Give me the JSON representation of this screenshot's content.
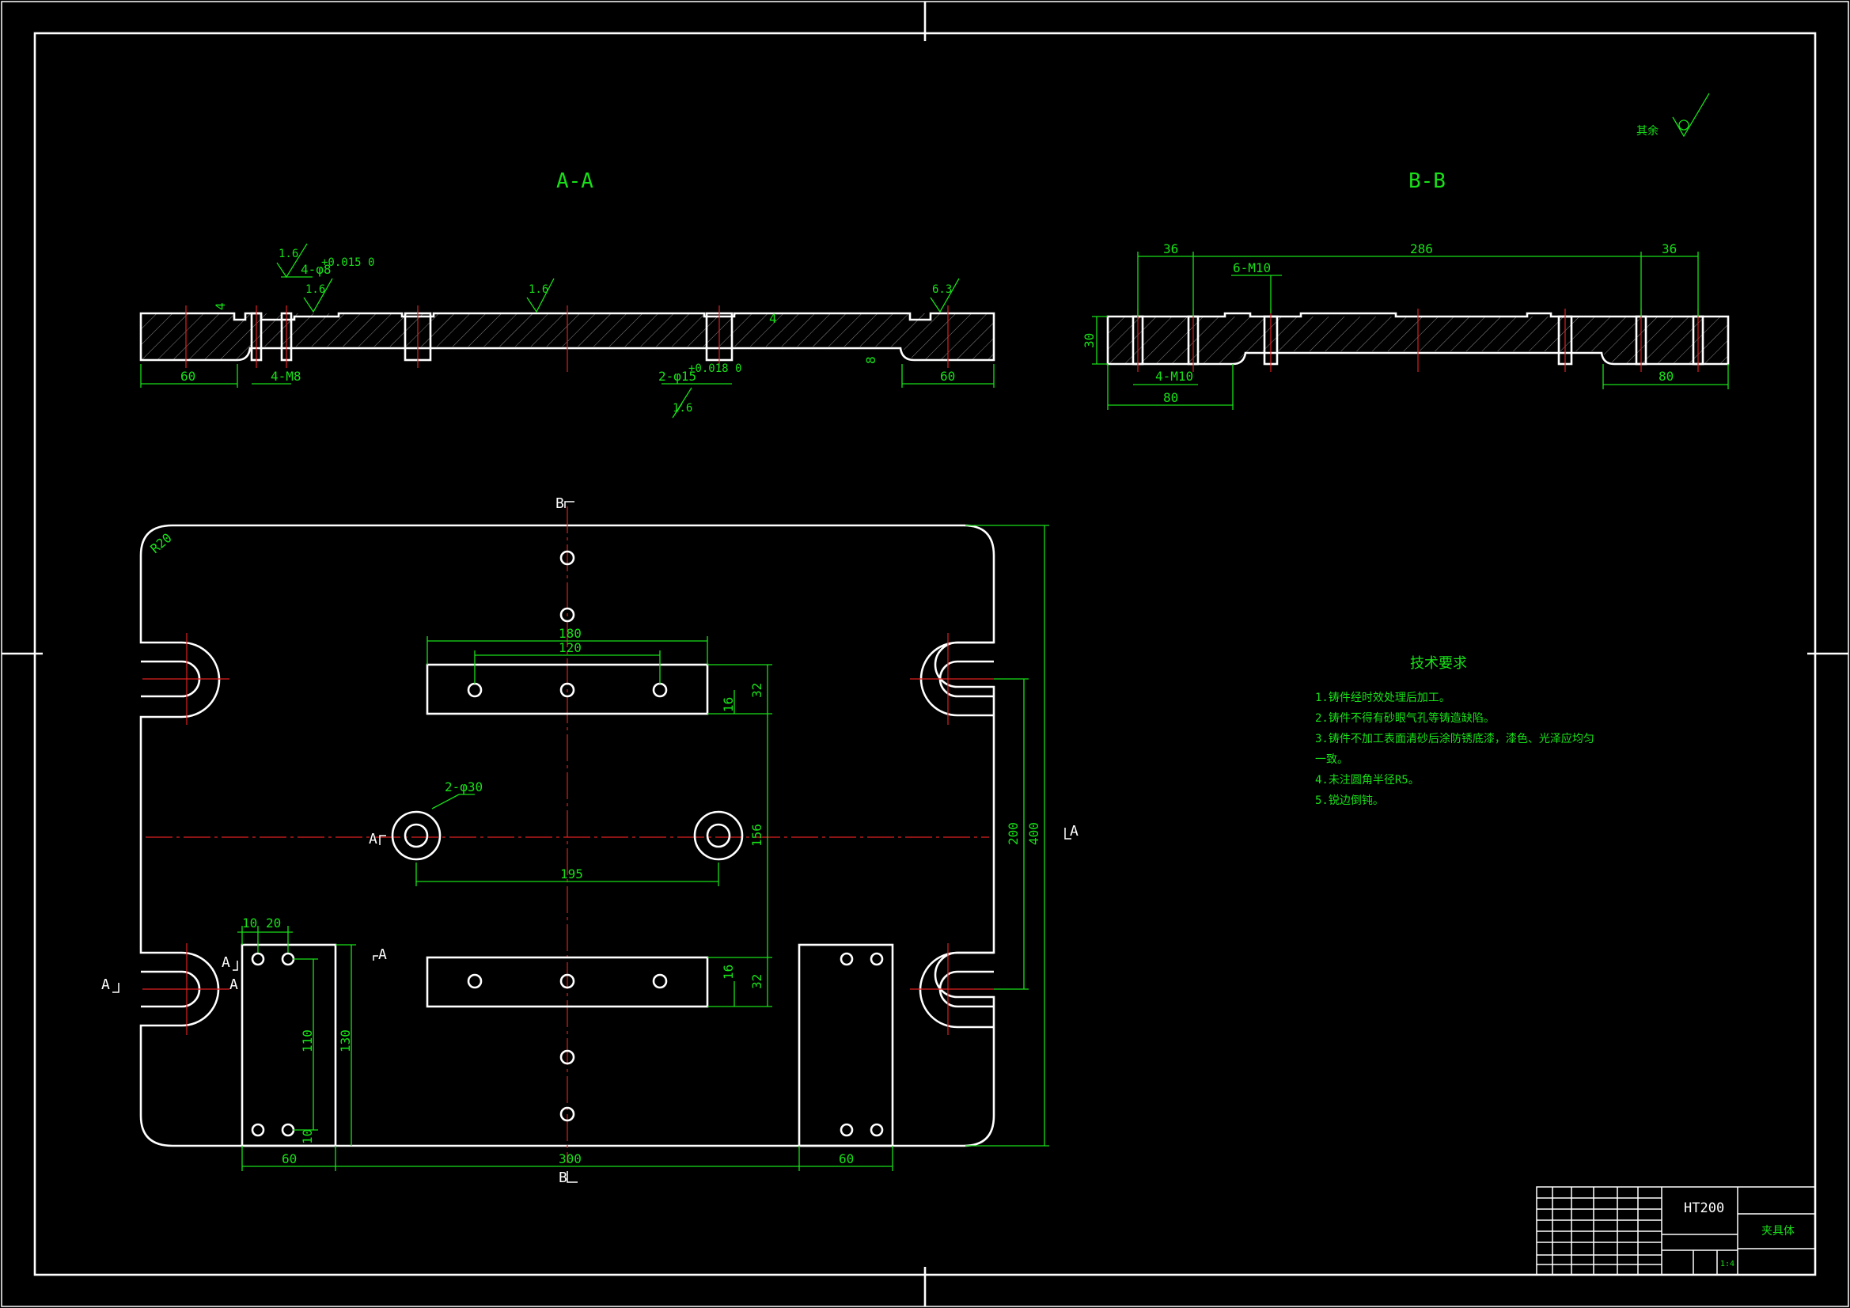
{
  "views": {
    "section_aa_title": "A-A",
    "section_bb_title": "B-B"
  },
  "roughness": {
    "general_label": "其余",
    "aa": [
      "1.6",
      "1.6",
      "1.6",
      "6.3",
      "1.6"
    ]
  },
  "dimensions": {
    "aa": {
      "left_60": "60",
      "right_60": "60",
      "thread_4m8": "4-M8",
      "pin_hole": "4-φ8",
      "pin_hole_tol": "+0.015\n0",
      "slot_depth_4": "4",
      "slot_depth_4b": "4",
      "relief_8": "8",
      "bore_2phi15": "2-φ15",
      "bore_tol": "+0.018\n0"
    },
    "bb": {
      "d36_left": "36",
      "d286": "286",
      "d36_right": "36",
      "thread_6m10": "6-M10",
      "thickness_30": "30",
      "thread_4m10": "4-M10",
      "left_80": "80",
      "right_80": "80"
    },
    "plan": {
      "r20": "R20",
      "d180": "180",
      "d120": "120",
      "d32_top": "32",
      "d16_top": "16",
      "phi30": "2-φ30",
      "d156": "156",
      "d195": "195",
      "d200": "200",
      "d400": "400",
      "d10": "10",
      "d20": "20",
      "d16_bot": "16",
      "d32_bot": "32",
      "d110": "110",
      "d130": "130",
      "d10_bot": "10",
      "d60_left": "60",
      "d300": "300",
      "d60_right": "60"
    }
  },
  "section_markers": {
    "b_top": "B",
    "b_bottom": "B",
    "a_center": "A",
    "a_right": "A",
    "a_left": "A",
    "a_left2": "A",
    "a_block": "A",
    "a_block2": "A"
  },
  "tech_requirements": {
    "title": "技术要求",
    "items": [
      "1.铸件经时效处理后加工。",
      "2.铸件不得有砂眼气孔等铸造缺陷。",
      "3.铸件不加工表面清砂后涂防锈底漆，漆色、光泽应均匀",
      "一致。",
      "4.未注圆角半径R5。",
      "5.锐边倒钝。"
    ]
  },
  "title_block": {
    "material": "HT200",
    "part_name": "夹具体",
    "scale_note": "1:4"
  }
}
